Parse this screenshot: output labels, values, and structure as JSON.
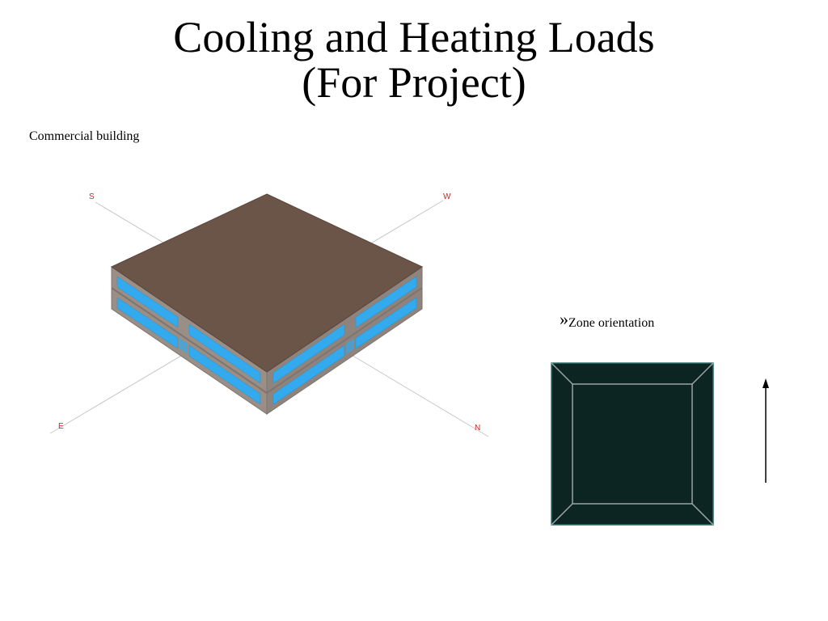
{
  "title": {
    "line1": "Cooling and Heating Loads",
    "line2": "(For Project)"
  },
  "building_caption": "Commercial building",
  "zone": {
    "bullet": "»",
    "label": "Zone orientation"
  },
  "compass": {
    "south": "S",
    "west": "W",
    "east": "E",
    "north": "N"
  },
  "colors": {
    "roof": "#6b5448",
    "wall": "#9a8f87",
    "glass": "#33aaee",
    "zone_fill": "#0c2523",
    "zone_lines": "#9aa4a2",
    "compass_text": "#d02020"
  }
}
